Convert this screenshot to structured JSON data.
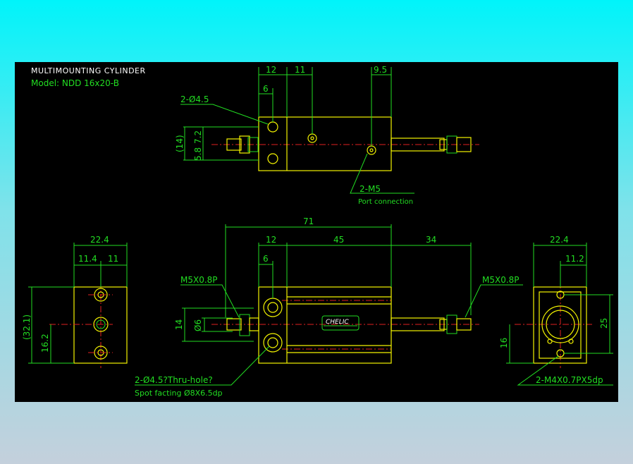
{
  "title": "MULTIMOUNTING CYLINDER",
  "model": "Model: NDD 16x20-B",
  "top_view": {
    "dims": {
      "d12": "12",
      "d11": "11",
      "d95": "9.5",
      "d6": "6",
      "d14": "(14)",
      "d58": "5.8",
      "d72": "7.2"
    },
    "hole_label": "2-Ø4.5",
    "port_label": "2-M5",
    "port_note": "Port connection"
  },
  "front_view": {
    "dims": {
      "d71": "71",
      "d12": "12",
      "d45": "45",
      "d34": "34",
      "d6": "6",
      "d14": "14",
      "dphi6": "Ø6"
    },
    "thread_left": "M5X0.8P",
    "thread_right": "M5X0.8P",
    "hole_label": "2-Ø4.5?Thru-hole?",
    "spot_label": "Spot facting  Ø8X6.5dp",
    "brand": "CHELIC"
  },
  "left_view": {
    "dims": {
      "d224": "22.4",
      "d114": "11.4",
      "d11": "11",
      "d321": "(32.1)",
      "d162": "16.2"
    }
  },
  "right_view": {
    "dims": {
      "d224": "22.4",
      "d112": "11.2",
      "d25": "25",
      "d16": "16"
    },
    "thread_label": "2-M4X0.7PX5dp"
  }
}
